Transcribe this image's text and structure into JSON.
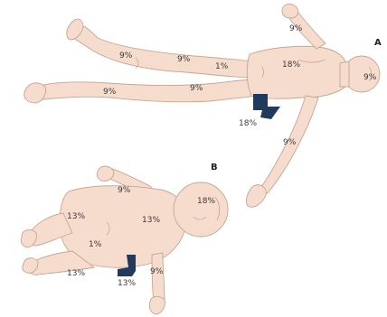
{
  "figure": {
    "panel_a": {
      "letter": "A",
      "regions": {
        "head": "9%",
        "right_arm": "9%",
        "left_arm": "9%",
        "trunk_front": "18%",
        "trunk_back": "18%",
        "perineum": "1%",
        "right_leg_upper": "9%",
        "right_leg_lower": "9%",
        "left_leg_upper": "9%",
        "left_leg_lower": "9%"
      }
    },
    "panel_b": {
      "letter": "B",
      "regions": {
        "head": "18%",
        "right_arm": "9%",
        "left_arm": "9%",
        "trunk_front": "13%",
        "trunk_back": "13%",
        "perineum": "1%",
        "right_leg": "13%",
        "left_leg": "13%"
      }
    }
  },
  "colors": {
    "skin": "#f6dccd",
    "outline": "#c9a593",
    "arrow": "#1f3a5c"
  }
}
